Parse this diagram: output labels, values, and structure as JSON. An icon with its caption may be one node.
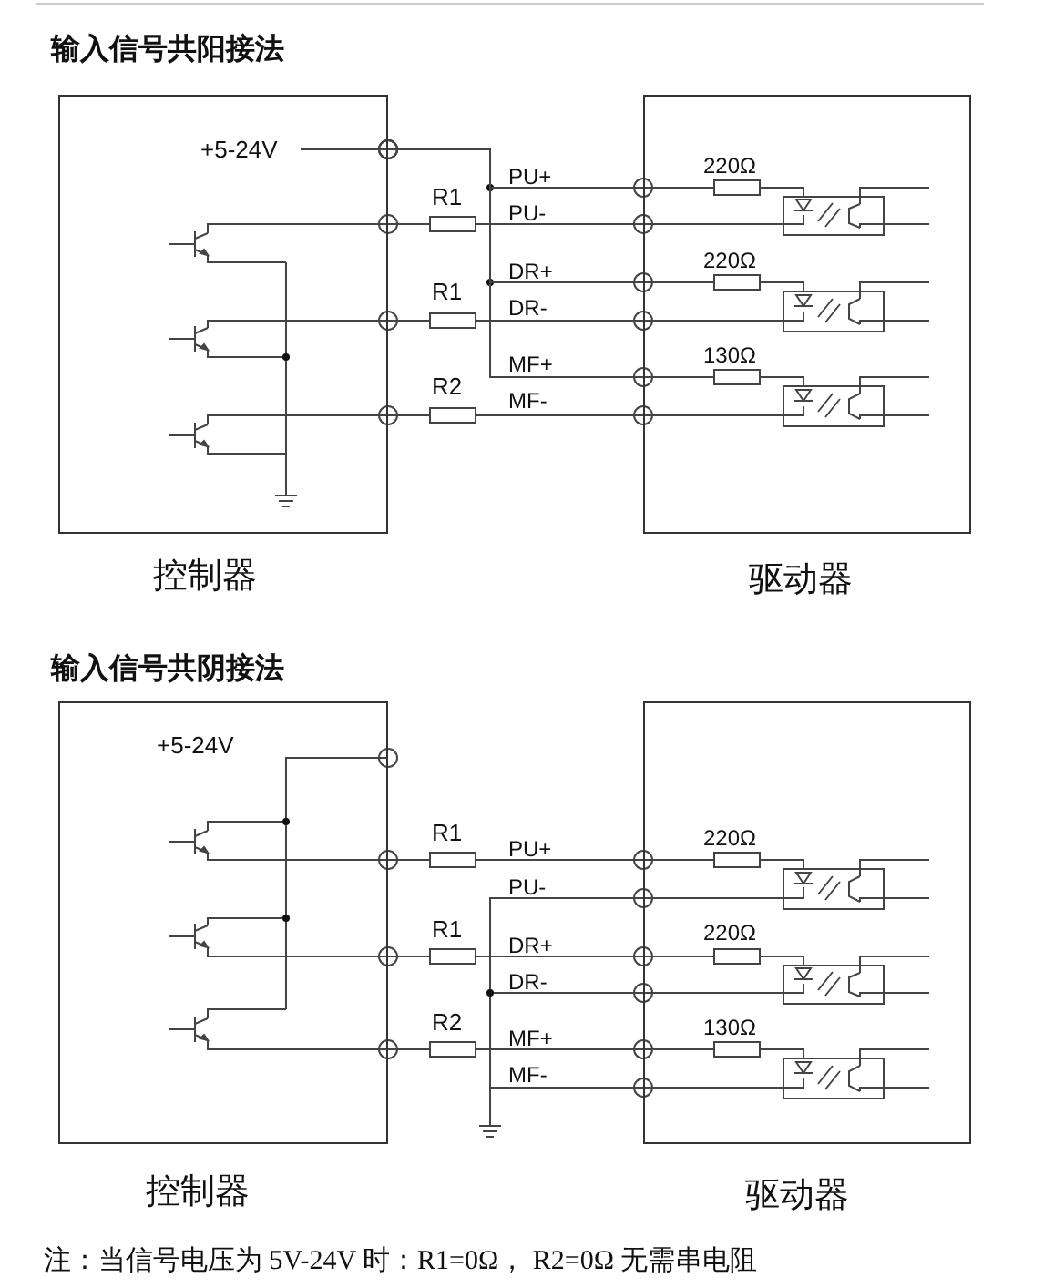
{
  "diagram": {
    "nodes": [
      {
        "text": [
          "控制器"
        ]
      },
      {
        "text": [
          "驱动器"
        ]
      },
      {
        "text": [
          "控制器"
        ]
      },
      {
        "text": [
          "驱动器"
        ]
      },
      {
        "text": [],
        "shape": "ground"
      }
    ],
    "edges": [
      {
        "from": 0,
        "to": 1,
        "arrow": "other"
      },
      {
        "from": 0,
        "to": 1,
        "arrow": "other"
      },
      {
        "from": 0,
        "to": 1,
        "arrow": "other"
      },
      {
        "from": 0,
        "to": 1,
        "arrow": "other"
      },
      {
        "from": 0,
        "to": 1,
        "arrow": "other"
      },
      {
        "from": 0,
        "to": 1,
        "arrow": "other"
      },
      {
        "from": 2,
        "to": 3,
        "arrow": "other"
      },
      {
        "from": 2,
        "to": 3,
        "arrow": "other"
      },
      {
        "from": 2,
        "to": 3,
        "arrow": "other"
      },
      {
        "from": 3,
        "to": 4,
        "arrow": "other"
      },
      {
        "from": 3,
        "to": 4,
        "arrow": "other"
      },
      {
        "from": 3,
        "to": 4,
        "arrow": "other"
      }
    ],
    "labels": [
      "输入信号共阳接法",
      "+5-24V",
      "PU+",
      "220Ω",
      "R1",
      "PU-",
      "DR+",
      "220Ω",
      "R1",
      "DR-",
      "MF+",
      "130Ω",
      "R2",
      "MF-",
      "输入信号共阴接法",
      "+5-24V",
      "R1",
      "PU+",
      "220Ω",
      "PU-",
      "R1",
      "DR+",
      "220Ω",
      "DR-",
      "R2",
      "MF+",
      "130Ω",
      "MF-",
      "注：当信号电压为 5V-24V 时：R1=0Ω， R2=0Ω 无需串电阻"
    ]
  }
}
